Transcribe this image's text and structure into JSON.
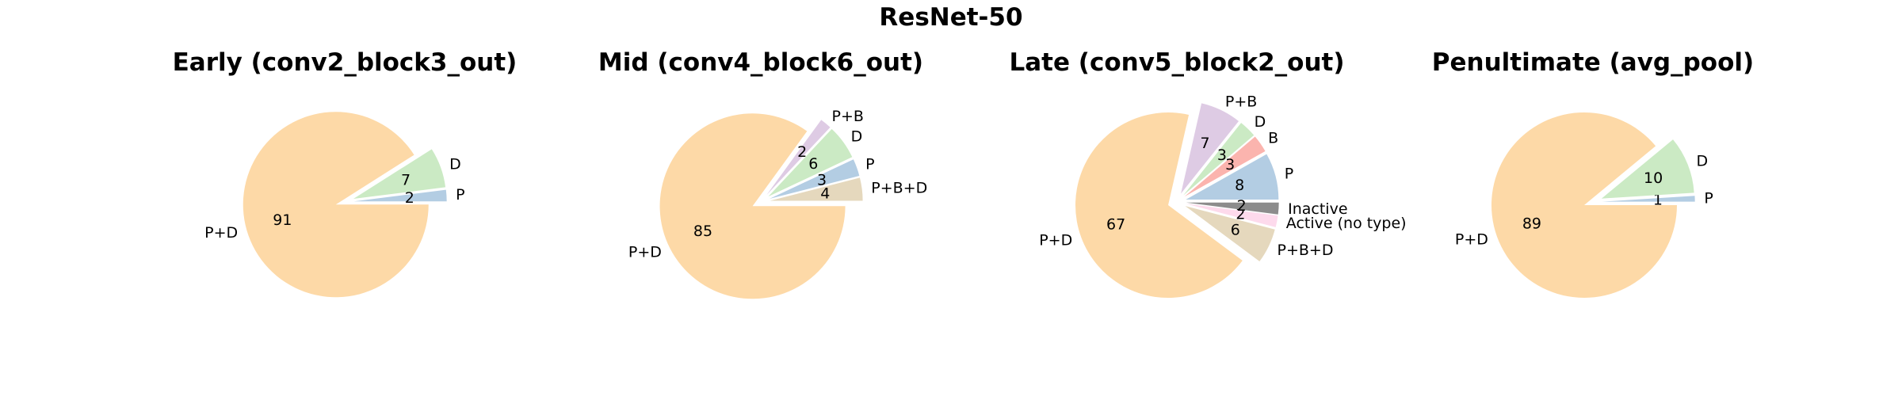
{
  "figure_title": "ResNet-50",
  "colors": {
    "P+D": "#fdd9a7",
    "D": "#cbeac4",
    "P": "#b3cde3",
    "P+B": "#decbe4",
    "P+B+D": "#e5d8bd",
    "B": "#fbb4ae",
    "Active (no type)": "#fddaec",
    "Inactive": "#8c8c8c"
  },
  "chart_data": [
    {
      "type": "pie",
      "title": "Early (conv2_block3_out)",
      "slices": [
        {
          "label": "P",
          "value": 2,
          "color": "#b3cde3"
        },
        {
          "label": "D",
          "value": 7,
          "color": "#cbeac4"
        },
        {
          "label": "P+D",
          "value": 91,
          "color": "#fdd9a7"
        }
      ]
    },
    {
      "type": "pie",
      "title": "Mid (conv4_block6_out)",
      "slices": [
        {
          "label": "P+B+D",
          "value": 4,
          "color": "#e5d8bd"
        },
        {
          "label": "P",
          "value": 3,
          "color": "#b3cde3"
        },
        {
          "label": "D",
          "value": 6,
          "color": "#cbeac4"
        },
        {
          "label": "P+B",
          "value": 2,
          "color": "#decbe4"
        },
        {
          "label": "P+D",
          "value": 85,
          "color": "#fdd9a7"
        }
      ]
    },
    {
      "type": "pie",
      "title": "Late (conv5_block2_out)",
      "slices": [
        {
          "label": "P",
          "value": 8,
          "color": "#b3cde3"
        },
        {
          "label": "B",
          "value": 3,
          "color": "#fbb4ae"
        },
        {
          "label": "D",
          "value": 3,
          "color": "#cbeac4"
        },
        {
          "label": "P+B",
          "value": 7,
          "color": "#decbe4"
        },
        {
          "label": "P+D",
          "value": 67,
          "color": "#fdd9a7"
        },
        {
          "label": "P+B+D",
          "value": 6,
          "color": "#e5d8bd"
        },
        {
          "label": "Active (no type)",
          "value": 2,
          "color": "#fddaec"
        },
        {
          "label": "Inactive",
          "value": 2,
          "color": "#8c8c8c"
        }
      ]
    },
    {
      "type": "pie",
      "title": "Penultimate (avg_pool)",
      "slices": [
        {
          "label": "P",
          "value": 1,
          "color": "#b3cde3"
        },
        {
          "label": "D",
          "value": 10,
          "color": "#cbeac4"
        },
        {
          "label": "P+D",
          "value": 89,
          "color": "#fdd9a7"
        }
      ]
    }
  ]
}
